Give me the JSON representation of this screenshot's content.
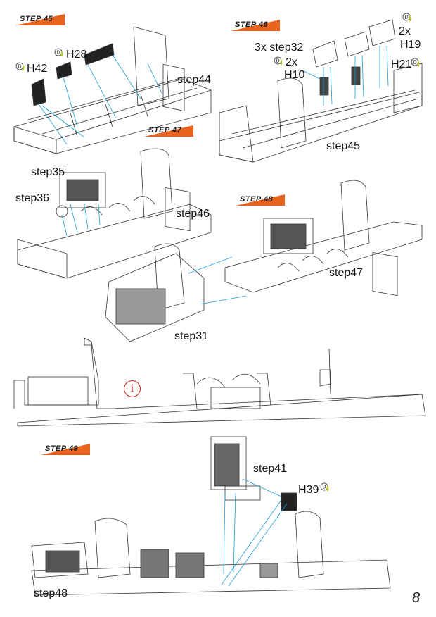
{
  "accent_color": "#e8641e",
  "line_color": "#1e9bd7",
  "paint_drop_color": "#b8c02a",
  "steps": {
    "s45": {
      "badge": "STEP 45"
    },
    "s46": {
      "badge": "STEP 46"
    },
    "s47": {
      "badge": "STEP 47"
    },
    "s48": {
      "badge": "STEP 48"
    },
    "s49": {
      "badge": "STEP 49"
    }
  },
  "labels": {
    "h42": "H42",
    "h28": "H28",
    "step44": "step44",
    "qty_step32": "3x step32",
    "qty_h10": "2x",
    "h10": "H10",
    "qty_h19": "2x",
    "h19": "H19",
    "h21": "H21",
    "step45": "step45",
    "step35": "step35",
    "step36": "step36",
    "step46": "step46",
    "step47": "step47",
    "step31": "step31",
    "info": "i",
    "step41": "step41",
    "h39": "H39",
    "step48": "step48",
    "paint_code": "D"
  },
  "page_number": "8"
}
